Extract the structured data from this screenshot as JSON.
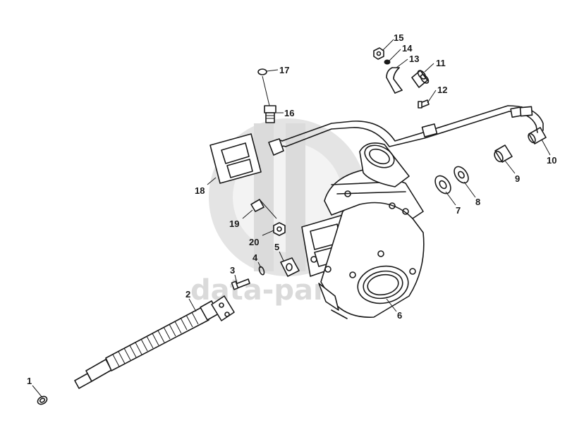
{
  "watermark": {
    "text": "data-parts"
  },
  "callouts": [
    "1",
    "2",
    "3",
    "4",
    "5",
    "6",
    "7",
    "8",
    "9",
    "10",
    "11",
    "12",
    "13",
    "14",
    "15",
    "16",
    "17",
    "18",
    "19",
    "20"
  ]
}
